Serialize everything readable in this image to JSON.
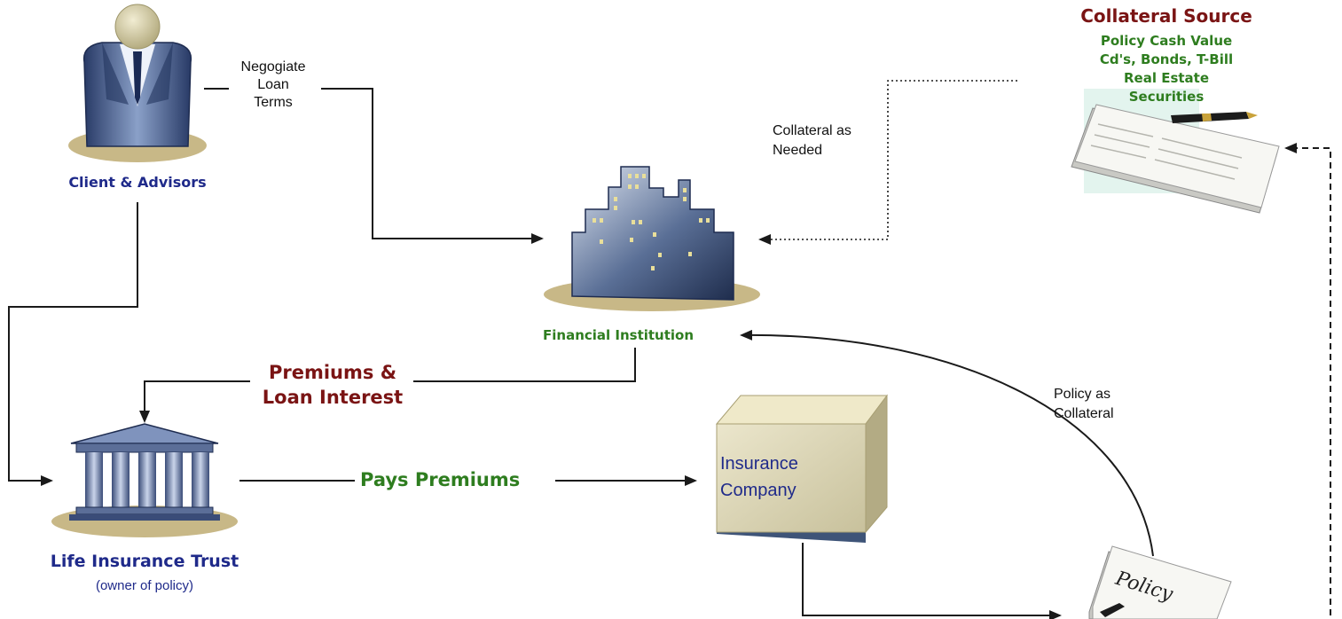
{
  "colors": {
    "dark_red": "#7a1414",
    "green": "#2e7d1f",
    "navy": "#1f2a8a",
    "line": "#1a1a1a",
    "building": "#3e5478",
    "shadow": "#c8b887",
    "box": "#d7d2b4"
  },
  "nodes": {
    "client": {
      "label": "Client & Advisors",
      "icon": "person-icon"
    },
    "bank": {
      "label": "Financial Institution",
      "icon": "building-icon"
    },
    "trust": {
      "label": "Life Insurance Trust",
      "sub": "(owner of policy)",
      "icon": "trust-building-icon"
    },
    "insurer": {
      "line1": "Insurance",
      "line2": "Company",
      "icon": "box-icon"
    },
    "collateral": {
      "title": "Collateral Source",
      "items": [
        "Policy Cash Value",
        "Cd's, Bonds, T-Bill",
        "Real Estate",
        "Securities"
      ],
      "icon": "document-pen-icon"
    },
    "policy": {
      "label": "Policy",
      "icon": "policy-document-icon"
    }
  },
  "edges": {
    "negotiate": [
      "Negogiate",
      "Loan",
      "Terms"
    ],
    "collateral_needed": [
      "Collateral as",
      "Needed"
    ],
    "premiums_interest": [
      "Premiums &",
      "Loan Interest"
    ],
    "pays_premiums": "Pays Premiums",
    "policy_collateral": [
      "Policy as",
      "Collateral"
    ]
  }
}
